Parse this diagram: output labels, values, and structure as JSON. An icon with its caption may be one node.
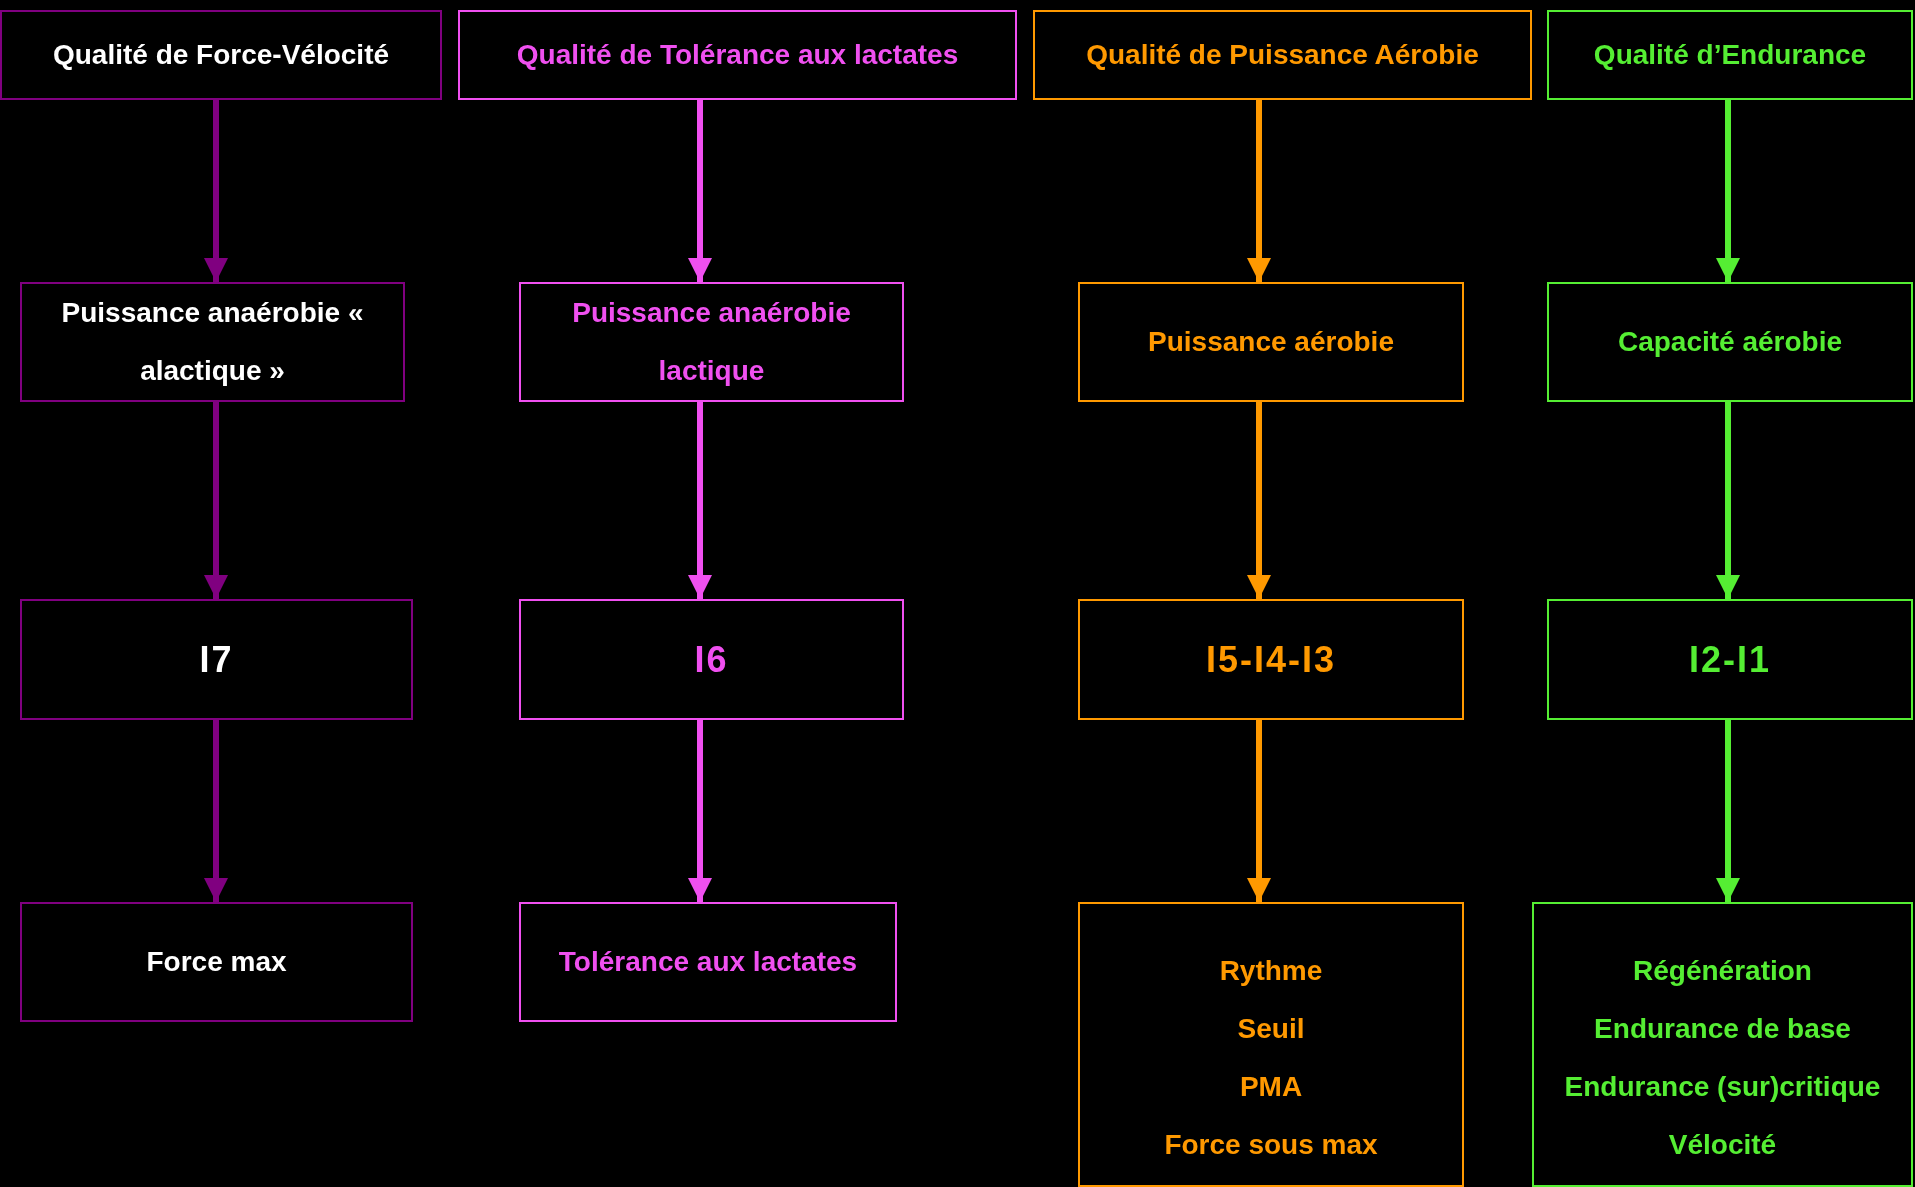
{
  "diagram": {
    "nodes": [
      {
        "text": [
          "Qualité de Force-Vélocité"
        ]
      },
      {
        "text": [
          "Qualité de Tolérance aux lactates"
        ]
      },
      {
        "text": [
          "Qualité de Puissance Aérobie"
        ]
      },
      {
        "text": [
          "Qualité d’Endurance"
        ]
      },
      {
        "text": [
          "Puissance anaérobie « alactique »"
        ]
      },
      {
        "text": [
          "Puissance anaérobie lactique"
        ]
      },
      {
        "text": [
          "Puissance aérobie"
        ]
      },
      {
        "text": [
          "Capacité aérobie"
        ]
      },
      {
        "text": [
          "I7"
        ]
      },
      {
        "text": [
          "I6"
        ]
      },
      {
        "text": [
          "I5-I4-I3"
        ]
      },
      {
        "text": [
          "I2-I1"
        ]
      },
      {
        "text": [
          "Force max"
        ]
      },
      {
        "text": [
          "Tolérance aux lactates"
        ]
      },
      {
        "text": [
          "Rythme",
          "Seuil",
          "PMA",
          "Force sous max"
        ]
      },
      {
        "text": [
          "Régénération",
          "Endurance de base",
          "Endurance (sur)critique",
          "Vélocité"
        ]
      }
    ],
    "edges": [
      {
        "from": 0,
        "to": 4,
        "arrow": "to",
        "color": "#800080"
      },
      {
        "from": 4,
        "to": 8,
        "arrow": "to",
        "color": "#800080"
      },
      {
        "from": 8,
        "to": 12,
        "arrow": "to",
        "color": "#800080"
      },
      {
        "from": 1,
        "to": 5,
        "arrow": "to",
        "color": "#f050f0"
      },
      {
        "from": 5,
        "to": 9,
        "arrow": "to",
        "color": "#f050f0"
      },
      {
        "from": 9,
        "to": 13,
        "arrow": "to",
        "color": "#f050f0"
      },
      {
        "from": 2,
        "to": 6,
        "arrow": "to",
        "color": "#ff9900"
      },
      {
        "from": 6,
        "to": 10,
        "arrow": "to",
        "color": "#ff9900"
      },
      {
        "from": 10,
        "to": 14,
        "arrow": "to",
        "color": "#ff9900"
      },
      {
        "from": 3,
        "to": 7,
        "arrow": "to",
        "color": "#55ee33"
      },
      {
        "from": 7,
        "to": 11,
        "arrow": "to",
        "color": "#55ee33"
      },
      {
        "from": 11,
        "to": 15,
        "arrow": "to",
        "color": "#55ee33"
      }
    ]
  }
}
